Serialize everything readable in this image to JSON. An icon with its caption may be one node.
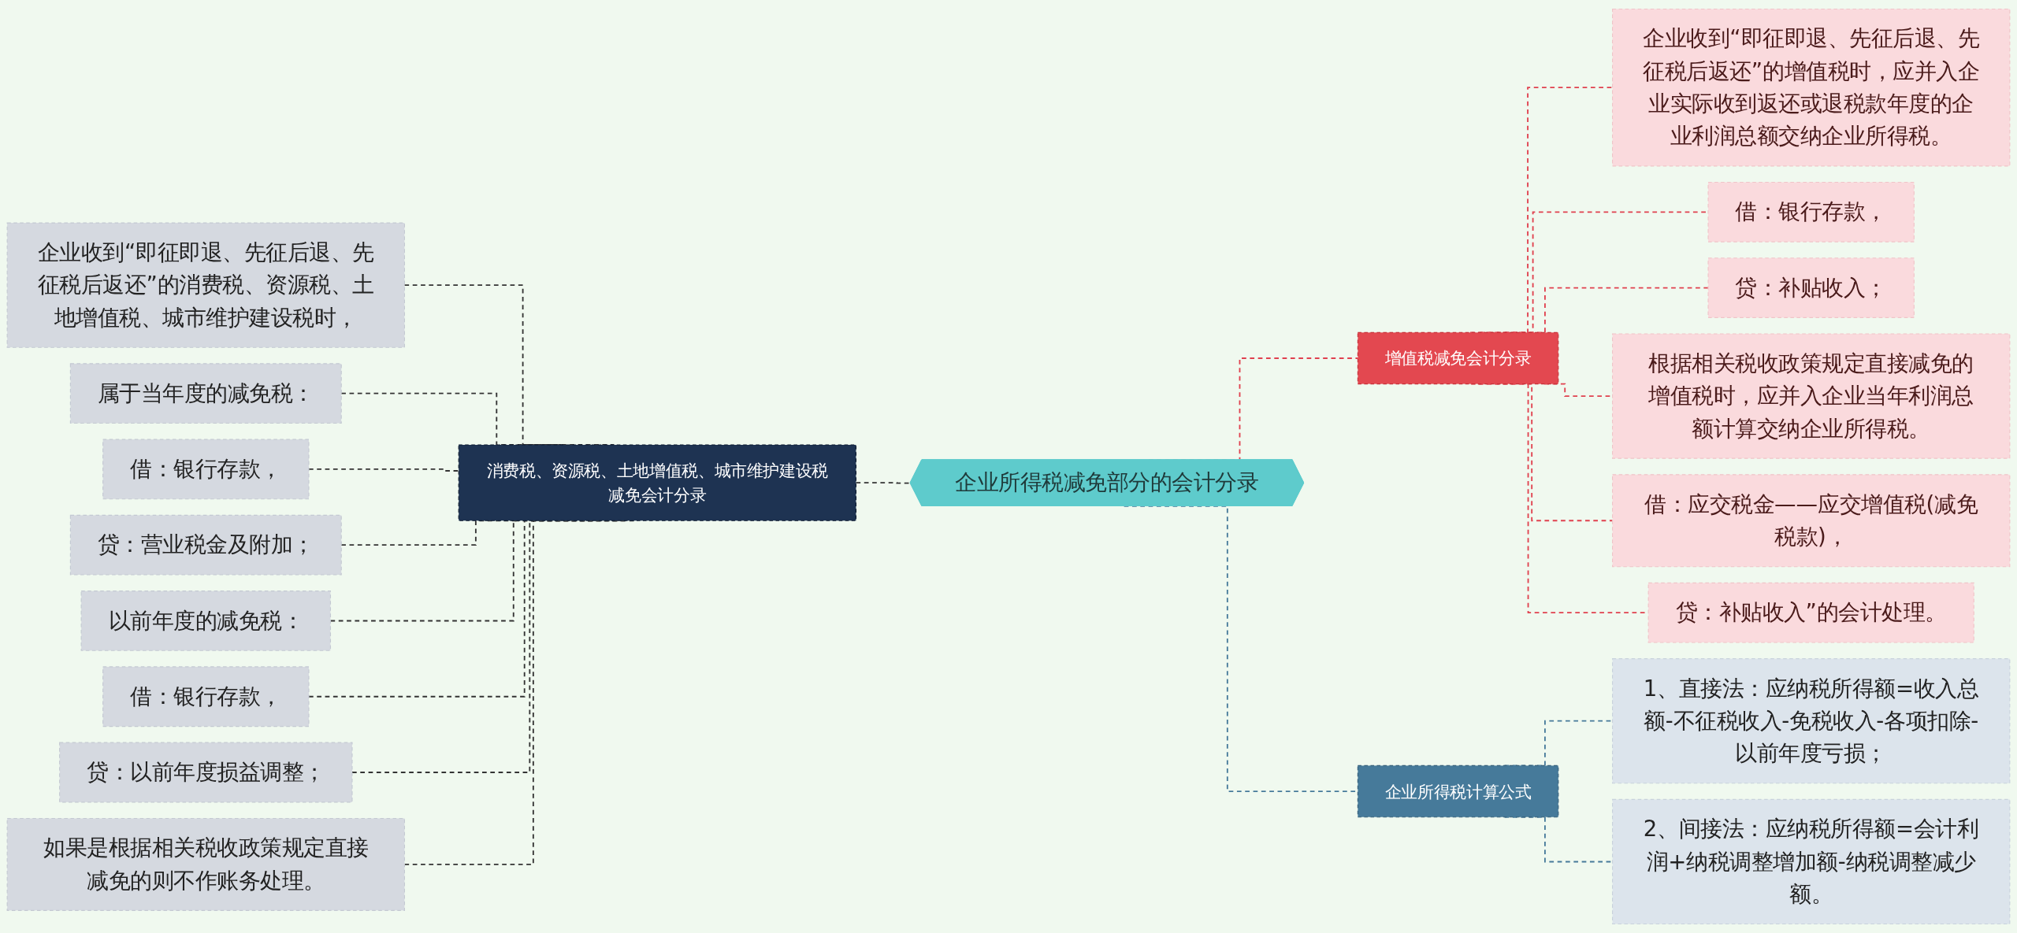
{
  "diagram": {
    "nodes": [
      {
        "text": [
          "企业所得税减免部分的会计分录"
        ]
      },
      {
        "text": [
          "消费税、资源税、土地增值税、城市维护建设税减免会计分录"
        ]
      },
      {
        "text": [
          "企业收到“即征即退、先征后退、先征税后返还”的消费税、资源税、土地增值税、城市维护建设税时，"
        ]
      },
      {
        "text": [
          "属于当年度的减免税："
        ]
      },
      {
        "text": [
          "借：银行存款，"
        ]
      },
      {
        "text": [
          "贷：营业税金及附加；"
        ]
      },
      {
        "text": [
          "以前年度的减免税："
        ]
      },
      {
        "text": [
          "借：银行存款，"
        ]
      },
      {
        "text": [
          "贷：以前年度损益调整；"
        ]
      },
      {
        "text": [
          "如果是根据相关税收政策规定直接减免的则不作账务处理。"
        ]
      },
      {
        "text": [
          "增值税减免会计分录"
        ]
      },
      {
        "text": [
          "企业收到“即征即退、先征后退、先征税后返还”的增值税时，应并入企业实际收到返还或退税款年度的企业利润总额交纳企业所得税。"
        ]
      },
      {
        "text": [
          "借：银行存款，"
        ]
      },
      {
        "text": [
          "贷：补贴收入；"
        ]
      },
      {
        "text": [
          "根据相关税收政策规定直接减免的增值税时，应并入企业当年利润总额计算交纳企业所得税。"
        ]
      },
      {
        "text": [
          "借：应交税金——应交增值税(减免税款)，"
        ]
      },
      {
        "text": [
          "贷：补贴收入”的会计处理。"
        ]
      },
      {
        "text": [
          "企业所得税计算公式"
        ]
      },
      {
        "text": [
          "1、直接法：应纳税所得额=收入总额-不征税收入-免税收入-各项扣除-以前年度亏损；"
        ]
      },
      {
        "text": [
          "2、间接法：应纳税所得额=会计利润+纳税调整增加额-纳税调整减少额。"
        ]
      }
    ],
    "edges": [
      {
        "from": 1,
        "to": 0,
        "arrow": "none",
        "style": "dashed"
      },
      {
        "from": 2,
        "to": 1,
        "arrow": "none",
        "style": "dashed"
      },
      {
        "from": 3,
        "to": 1,
        "arrow": "none",
        "style": "dashed"
      },
      {
        "from": 4,
        "to": 1,
        "arrow": "none",
        "style": "dashed"
      },
      {
        "from": 5,
        "to": 1,
        "arrow": "none",
        "style": "dashed"
      },
      {
        "from": 6,
        "to": 1,
        "arrow": "none",
        "style": "dashed"
      },
      {
        "from": 7,
        "to": 1,
        "arrow": "none",
        "style": "dashed"
      },
      {
        "from": 8,
        "to": 1,
        "arrow": "none",
        "style": "dashed"
      },
      {
        "from": 9,
        "to": 1,
        "arrow": "none",
        "style": "dashed"
      },
      {
        "from": 0,
        "to": 10,
        "arrow": "none",
        "style": "dashed",
        "color": "#e0404e"
      },
      {
        "from": 10,
        "to": 11,
        "arrow": "none",
        "style": "dashed",
        "color": "#e0404e"
      },
      {
        "from": 10,
        "to": 12,
        "arrow": "none",
        "style": "dashed",
        "color": "#e0404e"
      },
      {
        "from": 10,
        "to": 13,
        "arrow": "none",
        "style": "dashed",
        "color": "#e0404e"
      },
      {
        "from": 10,
        "to": 14,
        "arrow": "none",
        "style": "dashed",
        "color": "#e0404e"
      },
      {
        "from": 10,
        "to": 15,
        "arrow": "none",
        "style": "dashed",
        "color": "#e0404e"
      },
      {
        "from": 10,
        "to": 16,
        "arrow": "none",
        "style": "dashed",
        "color": "#e0404e"
      },
      {
        "from": 0,
        "to": 17,
        "arrow": "none",
        "style": "dashed",
        "color": "#467a9a"
      },
      {
        "from": 17,
        "to": 18,
        "arrow": "none",
        "style": "dashed",
        "color": "#467a9a"
      },
      {
        "from": 17,
        "to": 19,
        "arrow": "none",
        "style": "dashed",
        "color": "#467a9a"
      }
    ]
  }
}
